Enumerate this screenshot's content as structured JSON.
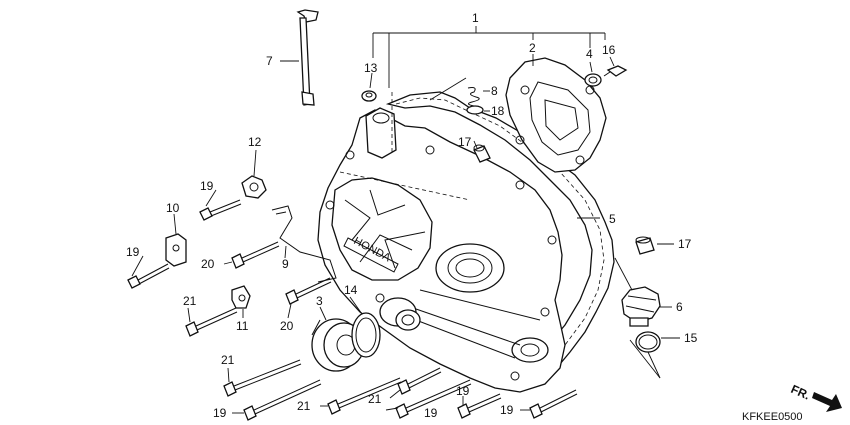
{
  "callouts": {
    "c1": "1",
    "c2": "2",
    "c4": "4",
    "c16": "16",
    "c7": "7",
    "c13": "13",
    "c8": "8",
    "c18": "18",
    "c17a": "17",
    "c12": "12",
    "c19a": "19",
    "c10": "10",
    "c19b": "19",
    "c20a": "20",
    "c9": "9",
    "c5": "5",
    "c17b": "17",
    "c3": "3",
    "c14": "14",
    "c21a": "21",
    "c11": "11",
    "c20b": "20",
    "c6": "6",
    "c15": "15",
    "c21b": "21",
    "c19c": "19",
    "c21c": "21",
    "c21d": "21",
    "c19d": "19",
    "c19e": "19",
    "c19f": "19"
  },
  "direction_label": "FR.",
  "diagram_code": "KFKEE0500",
  "cover_embossed_text": "HONDA",
  "colors": {
    "line": "#111111",
    "background": "#ffffff"
  }
}
